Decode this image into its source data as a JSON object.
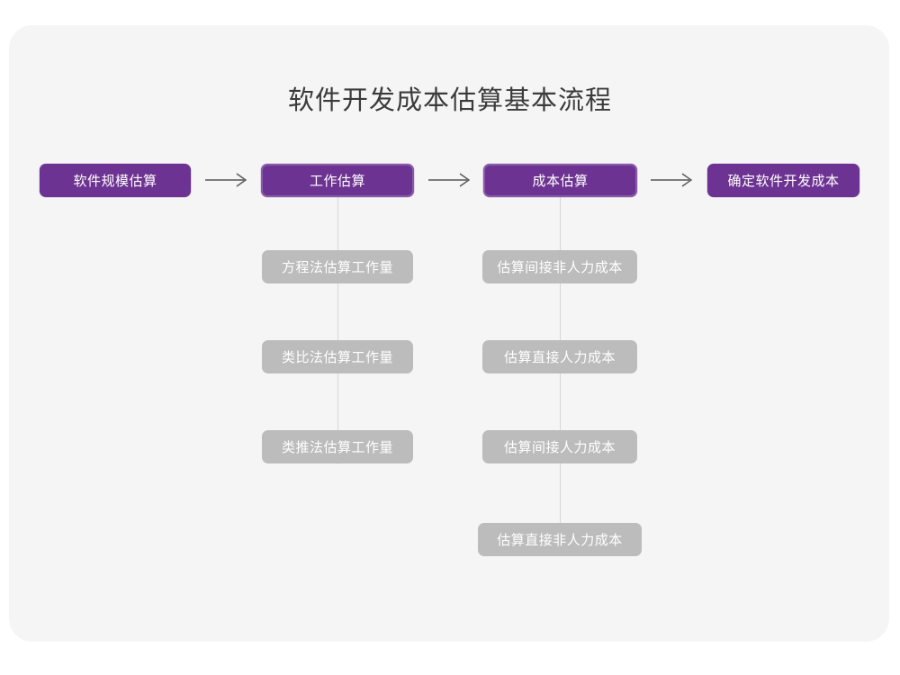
{
  "diagram": {
    "title": "软件开发成本估算基本流程",
    "background_color": "#f5f5f6",
    "primary_color": "#6d3392",
    "secondary_color": "#bcbcbc",
    "connector_color": "#d6d6d6",
    "arrow_color": "#555555",
    "arrow_glyph": "→"
  },
  "main_flow": {
    "steps": [
      {
        "label": "软件规模估算"
      },
      {
        "label": "工作估算"
      },
      {
        "label": "成本估算"
      },
      {
        "label": "确定软件开发成本"
      }
    ]
  },
  "branches": [
    {
      "parent": "工作估算",
      "items": [
        {
          "label": "方程法估算工作量"
        },
        {
          "label": "类比法估算工作量"
        },
        {
          "label": "类推法估算工作量"
        }
      ]
    },
    {
      "parent": "成本估算",
      "items": [
        {
          "label": "估算间接非人力成本"
        },
        {
          "label": "估算直接人力成本"
        },
        {
          "label": "估算间接人力成本"
        },
        {
          "label": "估算直接非人力成本"
        }
      ]
    }
  ]
}
